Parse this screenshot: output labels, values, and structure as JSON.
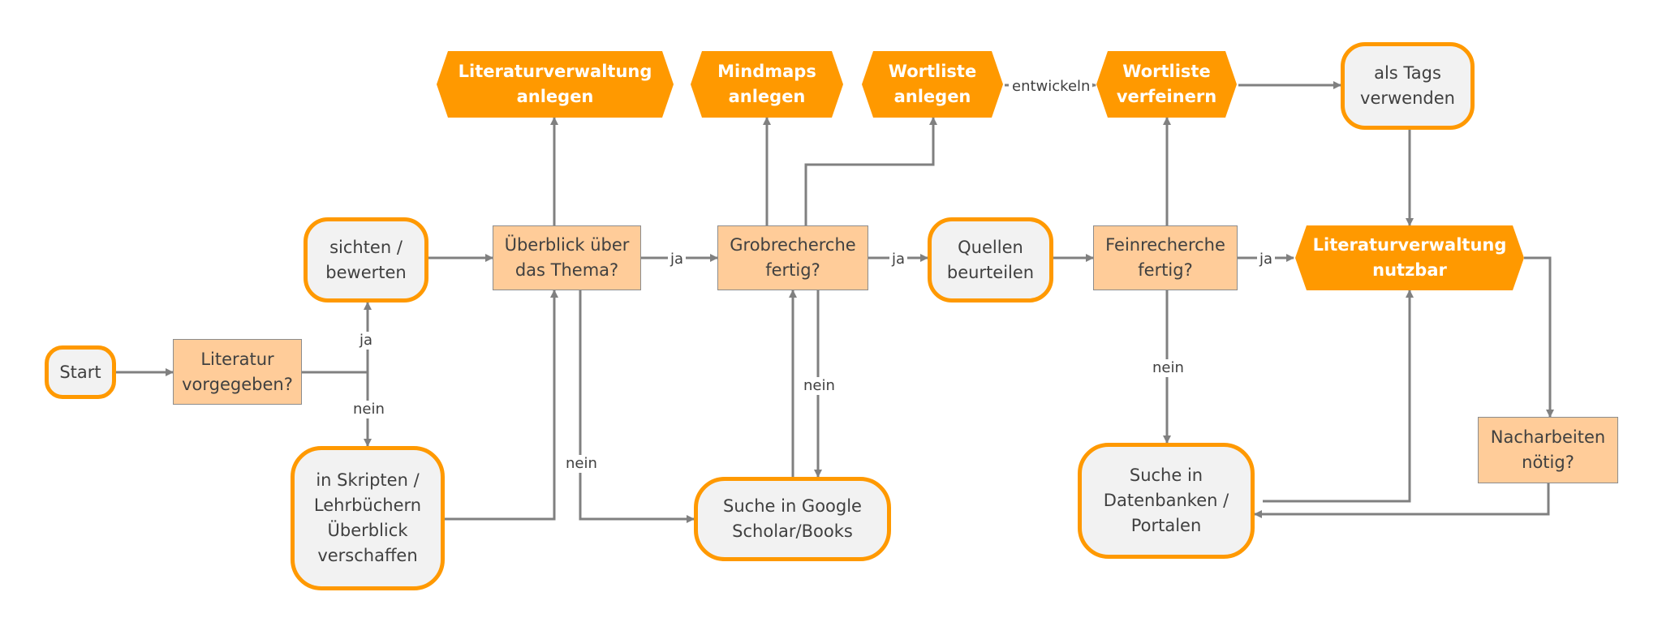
{
  "nodes": {
    "start": "Start",
    "literatur_vorgegeben": "Literatur\nvorgegeben?",
    "sichten": "sichten /\nbewerten",
    "skripten": "in Skripten /\nLehrbüchern\nÜberblick\nverschaffen",
    "ueberblick": "Überblick über\ndas Thema?",
    "grobrecherche": "Grobrecherche\nfertig?",
    "google": "Suche in Google\nScholar/Books",
    "quellen": "Quellen\nbeurteilen",
    "feinrecherche": "Feinrecherche\nfertig?",
    "datenbanken": "Suche in\nDatenbanken /\nPortalen",
    "tags": "als Tags\nverwenden",
    "nacharbeiten": "Nacharbeiten\nnötig?",
    "lit_anlegen": "Literaturverwaltung\nanlegen",
    "mindmaps": "Mindmaps\nanlegen",
    "wortliste_anlegen": "Wortliste\nanlegen",
    "wortliste_verfeinern": "Wortliste\nverfeinern",
    "lit_nutzbar": "Literaturverwaltung\nnutzbar"
  },
  "edge_labels": {
    "ja_1": "ja",
    "nein_1": "nein",
    "ja_2": "ja",
    "nein_2": "nein",
    "ja_3": "ja",
    "nein_3": "nein",
    "ja_4": "ja",
    "nein_4": "nein",
    "entwickeln": "entwickeln"
  },
  "colors": {
    "accent_orange": "#ff9900",
    "process_fill": "#ffcc99",
    "terminal_fill": "#f2f2f2",
    "connector": "#808080",
    "text": "#404040"
  }
}
